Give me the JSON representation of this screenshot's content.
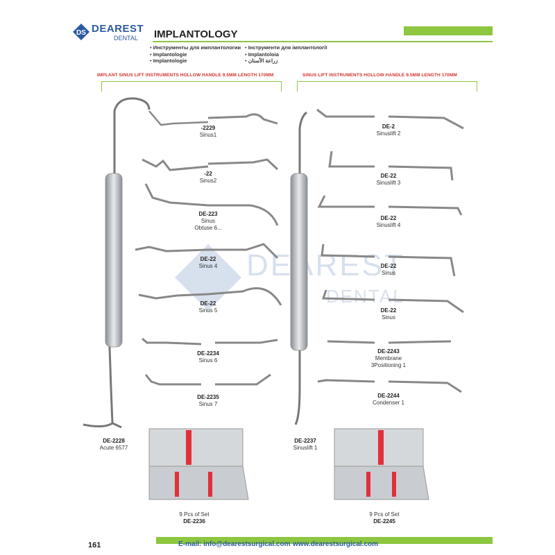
{
  "brand": {
    "name": "DEAREST",
    "sub": "DENTAL",
    "mark": "DS"
  },
  "header": {
    "title": "IMPLANTOLOGY",
    "subtitles_left": [
      "Инструменты для имплантологии",
      "Implantologie",
      "Implantologie"
    ],
    "subtitles_right": [
      "Інструменти для імплантології",
      "Implantoloia",
      "زراعة الأسنان"
    ]
  },
  "sections": {
    "left": "IMPLANT SINUS LIFT INSTRUMENTS HOLLOW HANDLE 9.5MM LENGTH 170MM",
    "right": "SINUS LIFT INSTRUMENTS HOLLOW HANDLE 9.5MM LENGTH 170MM"
  },
  "products_left": [
    {
      "code": "-2229",
      "name": "Sinus1",
      "extra": ""
    },
    {
      "code": "-22",
      "name": "Sinus2",
      "extra": ""
    },
    {
      "code": "DE-223",
      "name": "Sinus",
      "extra": "Obtuse 6..."
    },
    {
      "code": "DE-22",
      "name": "Sinus 4",
      "extra": ""
    },
    {
      "code": "DE-22",
      "name": "Sinus 5",
      "extra": ""
    },
    {
      "code": "DE-2234",
      "name": "Sinus 6",
      "extra": ""
    },
    {
      "code": "DE-2235",
      "name": "Sinus 7",
      "extra": ""
    }
  ],
  "products_right": [
    {
      "code": "DE-2",
      "name": "Sinuslift 2",
      "extra": ""
    },
    {
      "code": "DE-22",
      "name": "Sinuslift 3",
      "extra": ""
    },
    {
      "code": "DE-22",
      "name": "Sinuslift 4",
      "extra": ""
    },
    {
      "code": "DE-22",
      "name": "Sinus",
      "extra": ""
    },
    {
      "code": "DE-22",
      "name": "Sinus",
      "extra": ""
    },
    {
      "code": "DE-2243",
      "name": "Membrane",
      "extra": "3Positioning 1"
    },
    {
      "code": "DE-2244",
      "name": "Condenser 1",
      "extra": ""
    }
  ],
  "big_left": {
    "code": "DE-2228",
    "name": "Acute 6577"
  },
  "big_right": {
    "code": "DE-2237",
    "name": "Sinuslift 1"
  },
  "set_left": {
    "count": "9 Pcs of Set",
    "code": "DE-2236"
  },
  "set_right": {
    "count": "9 Pcs of Set",
    "code": "DE-2245"
  },
  "watermark": {
    "line1": "DEAREST",
    "line2": "DENTAL"
  },
  "footer": {
    "page": "161",
    "email": "E-mail: info@dearestsurgical.com",
    "web": "www.dearestsurgical.com"
  },
  "colors": {
    "brand": "#2a5aa0",
    "accent": "#8dc63f",
    "heading": "#d4332d",
    "steel": "#b8bcc0",
    "tray_red": "#e0303a"
  }
}
